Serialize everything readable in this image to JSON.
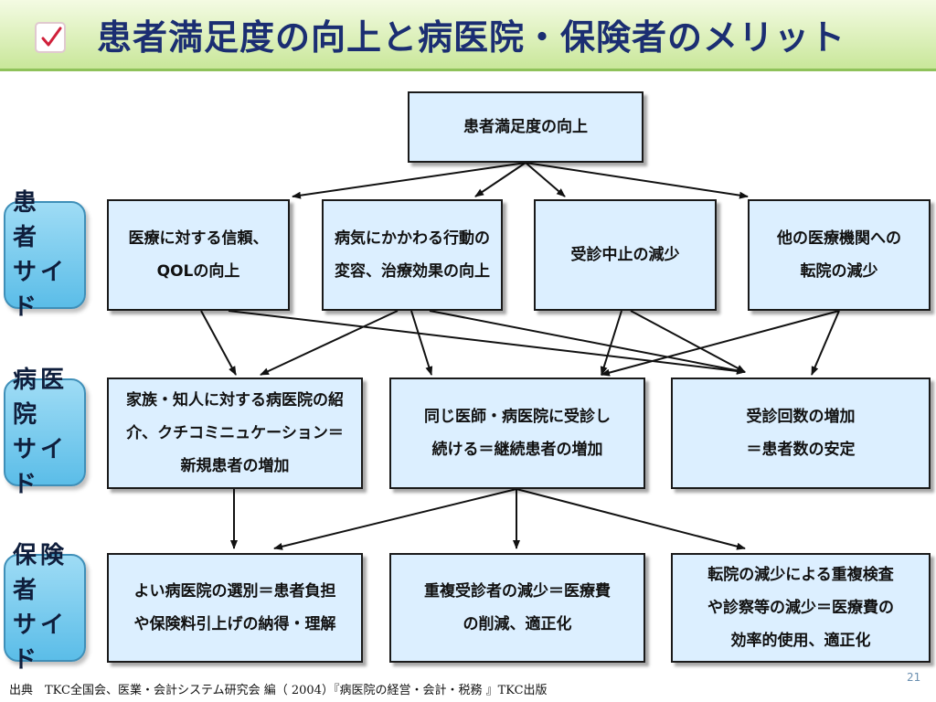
{
  "title": "患者満足度の向上と病医院・保険者のメリット",
  "checkbox_icon": "checkbox-checked-icon",
  "side_labels": {
    "patient": {
      "line1": "患　者",
      "line2": "サイド"
    },
    "hospital": {
      "line1": "病医院",
      "line2": "サイド"
    },
    "insurer": {
      "line1": "保険者",
      "line2": "サイド"
    }
  },
  "boxes": {
    "top": "患者満足度の向上",
    "p1": "医療に対する信頼、\nQOLの向上",
    "p2": "病気にかかわる行動の\n変容、治療効果の向上",
    "p3": "受診中止の減少",
    "p4": "他の医療機関への\n転院の減少",
    "h1": "家族・知人に対する病医院の紹\n介、クチコミニュケーション＝\n新規患者の増加",
    "h2": "同じ医師・病医院に受診し\n続ける＝継続患者の増加",
    "h3": "受診回数の増加\n＝患者数の安定",
    "i1": "よい病医院の選別＝患者負担\nや保険料引上げの納得・理解",
    "i2": "重複受診者の減少＝医療費\nの削減、適正化",
    "i3": "転院の減少による重複検査\nや診察等の減少＝医療費の\n効率的使用、適正化"
  },
  "source": "出典　TKC全国会、医業・会計システム研究会 編（ 2004）『病医院の経営・会計・税務 』TKC出版",
  "page_number": "21",
  "colors": {
    "title_text": "#1b2e72",
    "title_bar": "#c9e79a",
    "box_fill": "#dcefff",
    "side_label_fill": "#5bbde8",
    "check_mark": "#d0203a"
  }
}
